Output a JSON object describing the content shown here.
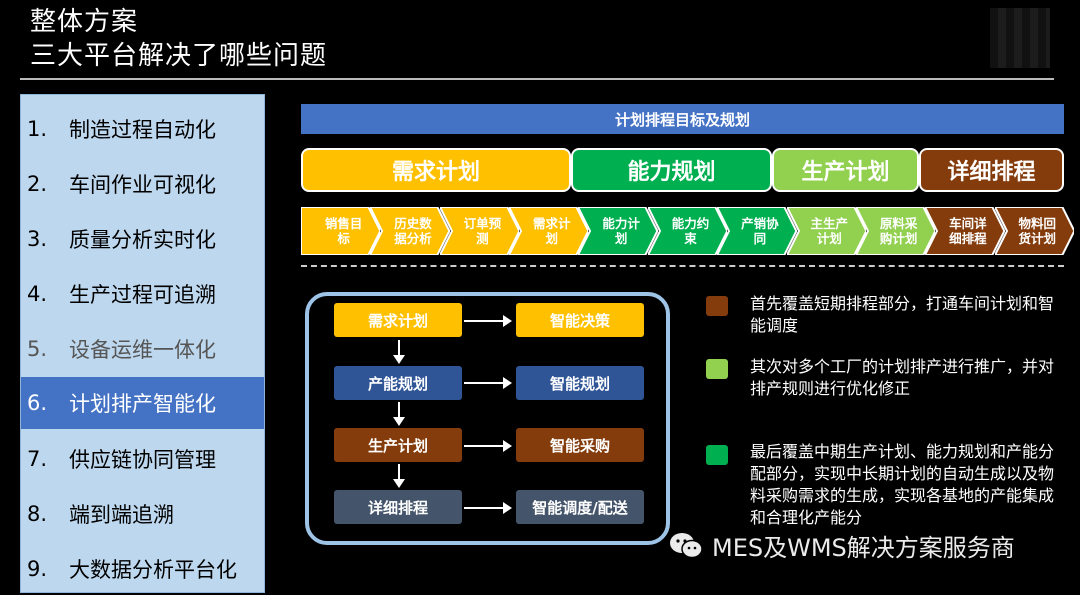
{
  "header": {
    "title": "整体方案",
    "subtitle": "三大平台解决了哪些问题"
  },
  "sidebar": {
    "items": [
      {
        "num": "1.",
        "label": "制造过程自动化"
      },
      {
        "num": "2.",
        "label": "车间作业可视化"
      },
      {
        "num": "3.",
        "label": "质量分析实时化"
      },
      {
        "num": "4.",
        "label": "生产过程可追溯"
      },
      {
        "num": "5.",
        "label": "设备运维一体化"
      },
      {
        "num": "6.",
        "label": "计划排产智能化"
      },
      {
        "num": "7.",
        "label": "供应链协同管理"
      },
      {
        "num": "8.",
        "label": "端到端追溯"
      },
      {
        "num": "9.",
        "label": "大数据分析平台化"
      }
    ]
  },
  "banner": "计划排程目标及规划",
  "phases": [
    {
      "label": "需求计划",
      "color": "#ffc000"
    },
    {
      "label": "能力规划",
      "color": "#00b050"
    },
    {
      "label": "生产计划",
      "color": "#92d050"
    },
    {
      "label": "详细排程",
      "color": "#843c0c"
    }
  ],
  "steps": [
    {
      "label": "销售目标",
      "color": "#ffc000"
    },
    {
      "label": "历史数据分析",
      "color": "#ffc000"
    },
    {
      "label": "订单预测",
      "color": "#ffc000"
    },
    {
      "label": "需求计划",
      "color": "#ffc000"
    },
    {
      "label": "能力计划",
      "color": "#00b050"
    },
    {
      "label": "能力约束",
      "color": "#00b050"
    },
    {
      "label": "产销协同",
      "color": "#00b050"
    },
    {
      "label": "主生产计划",
      "color": "#92d050"
    },
    {
      "label": "原料采购计划",
      "color": "#92d050"
    },
    {
      "label": "车间详细排程",
      "color": "#843c0c"
    },
    {
      "label": "物料回货计划",
      "color": "#843c0c"
    }
  ],
  "flow": {
    "left": [
      {
        "label": "需求计划",
        "color": "#ffc000"
      },
      {
        "label": "产能规划",
        "color": "#2f5597"
      },
      {
        "label": "生产计划",
        "color": "#843c0c"
      },
      {
        "label": "详细排程",
        "color": "#44546a"
      }
    ],
    "right": [
      {
        "label": "智能决策",
        "color": "#ffc000"
      },
      {
        "label": "智能规划",
        "color": "#2f5597"
      },
      {
        "label": "智能采购",
        "color": "#843c0c"
      },
      {
        "label": "智能调度/配送",
        "color": "#44546a"
      }
    ]
  },
  "notes": [
    {
      "color": "#843c0c",
      "text": "首先覆盖短期排程部分，打通车间计划和智能调度"
    },
    {
      "color": "#92d050",
      "text": "其次对多个工厂的计划排产进行推广，并对排产规则进行优化修正"
    },
    {
      "color": "#00b050",
      "text": "最后覆盖中期生产计划、能力规划和产能分配部分，实现中长期计划的自动生成以及物料采购需求的生成，实现各基地的产能集成和合理化产能分"
    }
  ],
  "watermark": "MES及WMS解决方案服务商"
}
